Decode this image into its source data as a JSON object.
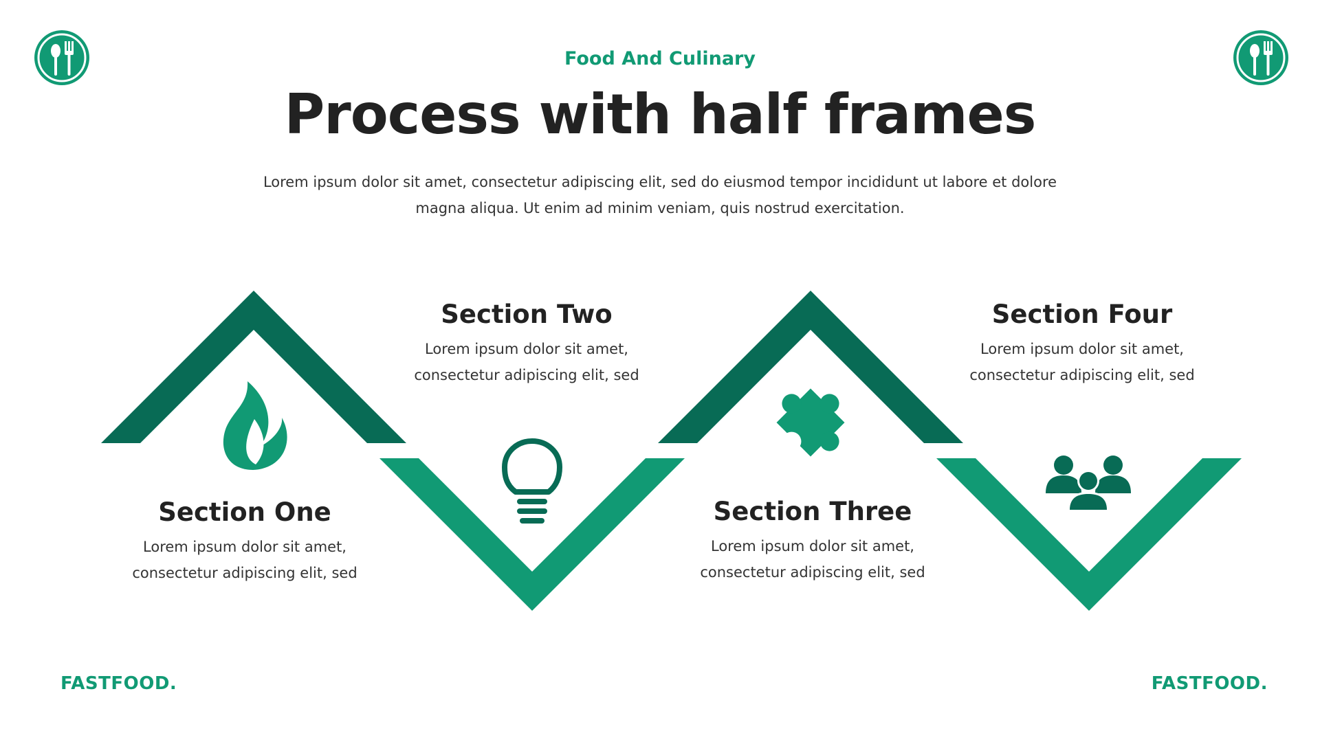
{
  "header": {
    "subtitle": "Food And Culinary",
    "title": "Process with half frames",
    "description": "Lorem ipsum dolor sit amet, consectetur adipiscing elit, sed do eiusmod tempor incididunt ut labore et dolore magna aliqua. Ut enim ad minim veniam, quis nostrud exercitation."
  },
  "sections": [
    {
      "title": "Section One",
      "text": "Lorem ipsum dolor sit amet, consectetur adipiscing elit, sed",
      "icon": "flame-icon"
    },
    {
      "title": "Section Two",
      "text": "Lorem ipsum dolor sit amet, consectetur adipiscing elit, sed",
      "icon": "lightbulb-icon"
    },
    {
      "title": "Section Three",
      "text": "Lorem ipsum dolor sit amet, consectetur adipiscing elit, sed",
      "icon": "puzzle-icon"
    },
    {
      "title": "Section Four",
      "text": "Lorem ipsum dolor sit amet, consectetur adipiscing elit, sed",
      "icon": "team-icon"
    }
  ],
  "footer": {
    "brand_left": "FASTFOOD.",
    "brand_right": "FASTFOOD."
  },
  "logo": {
    "icon": "spoon-fork-icon"
  },
  "colors": {
    "accent": "#119a74",
    "dark_accent": "#086b55",
    "text": "#222222"
  }
}
